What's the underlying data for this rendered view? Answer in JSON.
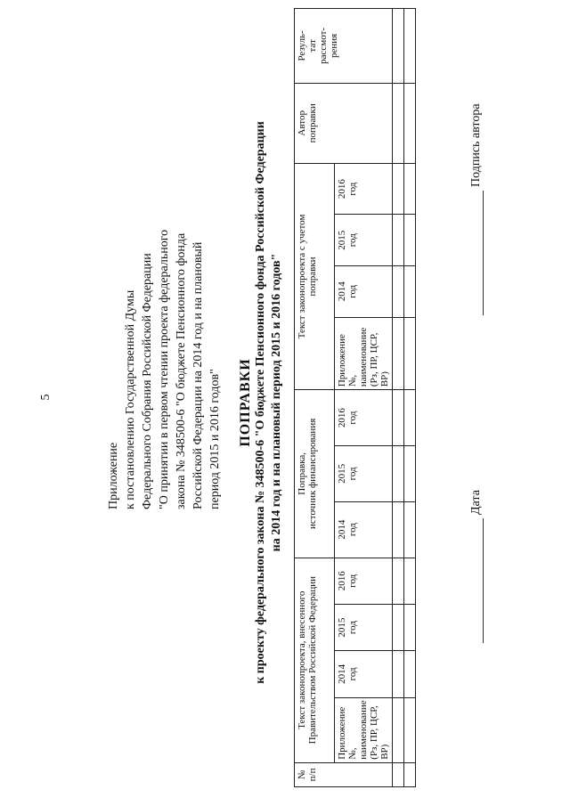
{
  "page_number": "5",
  "appendix": {
    "lines": [
      "Приложение",
      "к  постановлению Государственной Думы",
      "Федерального Собрания Российской Федерации",
      "\"О принятии  в первом чтении проекта федерального",
      "закона  № 348500-6 \"О бюджете  Пенсионного фонда",
      "Российской Федерации  на 2014 год  и  на  плановый",
      "период 2015 и 2016 годов\""
    ]
  },
  "title": {
    "main": "ПОПРАВКИ",
    "sub1": "к проекту  федерального закона № 348500-6 \"О бюджете  Пенсионного фонда Российской Федерации",
    "sub2": "на 2014 год  и  на  плановый  период 2015 и 2016 годов\""
  },
  "table": {
    "col_num": "№\nп/п",
    "group_gov": "Текст законопроекта, внесенного\nПравительством Российской Федерации",
    "group_amend": "Поправка,\nисточник финансирования",
    "group_result_text": "Текст законопроекта с учетом\nпоправки",
    "col_author": "Автор\nпоправки",
    "col_result": "Резуль-\nтат\nрассмот-\nрения",
    "sub_appendix": "Приложение №,\nнаименование\n(Рз, ПР, ЦСР,\nВР)",
    "sub_2014": "2014\nгод",
    "sub_2015": "2015\nгод",
    "sub_2016": "2016\nгод"
  },
  "signatures": {
    "date_label": "Дата",
    "sign_label": "Подпись автора"
  }
}
